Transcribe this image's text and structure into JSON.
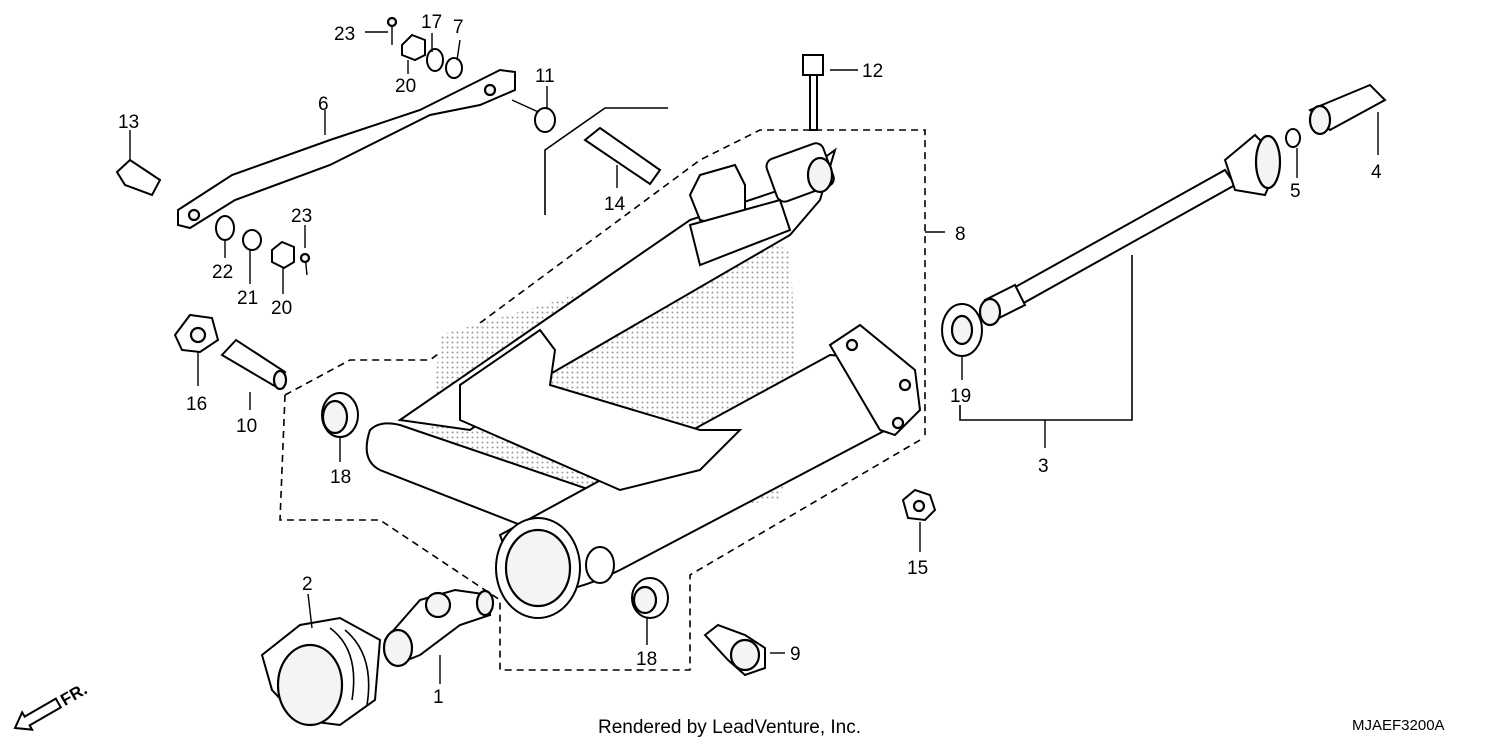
{
  "callouts": [
    {
      "id": "c1",
      "text": "1"
    },
    {
      "id": "c2",
      "text": "2"
    },
    {
      "id": "c3",
      "text": "3"
    },
    {
      "id": "c4",
      "text": "4"
    },
    {
      "id": "c5",
      "text": "5"
    },
    {
      "id": "c6",
      "text": "6"
    },
    {
      "id": "c7",
      "text": "7"
    },
    {
      "id": "c8",
      "text": "8"
    },
    {
      "id": "c9",
      "text": "9"
    },
    {
      "id": "c10",
      "text": "10"
    },
    {
      "id": "c11",
      "text": "11"
    },
    {
      "id": "c12",
      "text": "12"
    },
    {
      "id": "c13",
      "text": "13"
    },
    {
      "id": "c14",
      "text": "14"
    },
    {
      "id": "c15",
      "text": "15"
    },
    {
      "id": "c16",
      "text": "16"
    },
    {
      "id": "c17",
      "text": "17"
    },
    {
      "id": "c18a",
      "text": "18"
    },
    {
      "id": "c18b",
      "text": "18"
    },
    {
      "id": "c19",
      "text": "19"
    },
    {
      "id": "c20a",
      "text": "20"
    },
    {
      "id": "c20b",
      "text": "20"
    },
    {
      "id": "c21",
      "text": "21"
    },
    {
      "id": "c22",
      "text": "22"
    },
    {
      "id": "c23a",
      "text": "23"
    },
    {
      "id": "c23b",
      "text": "23"
    }
  ],
  "front_indicator": "FR.",
  "credit": "Rendered by LeadVenture, Inc.",
  "diagram_code": "MJAEF3200A"
}
